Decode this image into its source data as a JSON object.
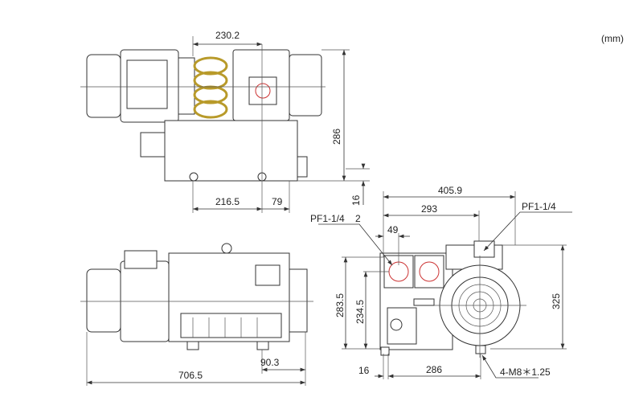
{
  "unit_label": "(mm)",
  "top_view": {
    "width_dim": "230.2",
    "height_dim": "286",
    "foot_dim": "16",
    "base_left_dim": "216.5",
    "base_right_dim": "79"
  },
  "front_view": {
    "total_length_dim": "706.5",
    "foot_offset_dim": "90.3"
  },
  "side_view": {
    "total_width_dim": "405.9",
    "inner_width_dim": "293",
    "port_offset_dim": "49",
    "inlet_label": "PF1-1/4",
    "inlet_count": "2",
    "outlet_label": "PF1-1/4",
    "height_dim": "325",
    "port_height_dim": "283.5",
    "port2_height_dim": "234.5",
    "foot_offset_dim": "16",
    "foot_span_dim": "286",
    "bolt_label": "4-M8＊1.25"
  },
  "colors": {
    "line": "#333333",
    "accent_red": "#cc3333",
    "coupling": "#b89a2a"
  }
}
